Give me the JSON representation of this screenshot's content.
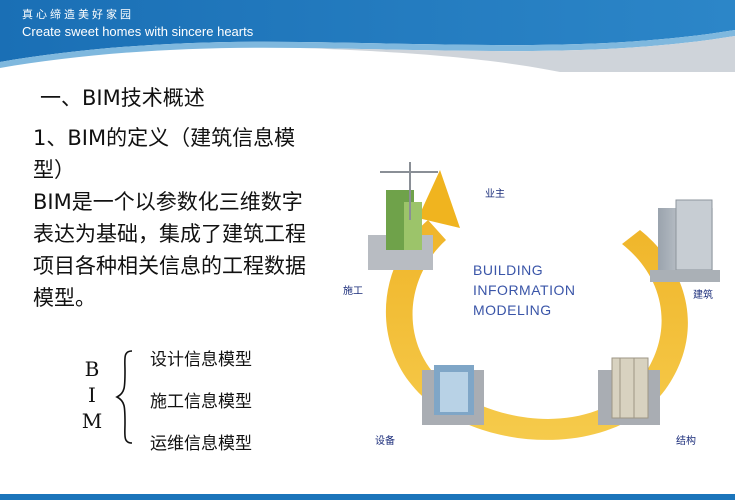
{
  "header": {
    "tagline_cn": "真心缔造美好家园",
    "tagline_en": "Create sweet homes with sincere hearts"
  },
  "slide": {
    "section_title": "一、BIM技术概述",
    "definition_heading": "1、BIM的定义（建筑信息模型）",
    "definition_body": "BIM是一个以参数化三维数字表达为基础，集成了建筑工程项目各种相关信息的工程数据模型。",
    "bim_letters": [
      "B",
      "I",
      "M"
    ],
    "bim_models": [
      "设计信息模型",
      "施工信息模型",
      "运维信息模型"
    ]
  },
  "diagram": {
    "center_label": [
      "BUILDING",
      "INFORMATION",
      "MODELING"
    ],
    "nodes": {
      "owner": "业主",
      "construction": "施工",
      "architecture": "建筑",
      "equipment": "设备",
      "structure": "结构"
    },
    "colors": {
      "arrow": "#f2b824",
      "label": "#3a55a8",
      "header": "#1b75bb"
    }
  }
}
